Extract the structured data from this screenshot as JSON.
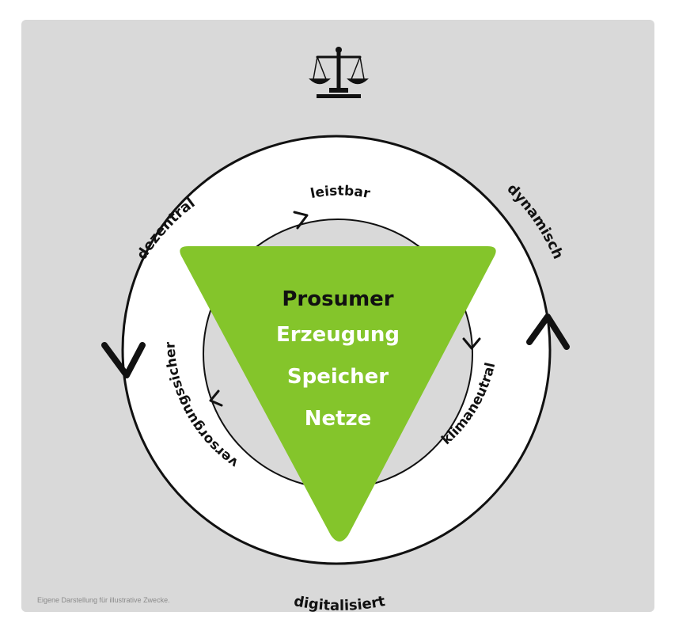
{
  "icon": "scales-of-justice-icon",
  "colors": {
    "background": "#d9d9d9",
    "triangle": "#84c52b",
    "ring": "#ffffff",
    "stroke": "#111111",
    "heading_dark": "#111111",
    "heading_light": "#ffffff"
  },
  "outer_ring_labels": {
    "left": "dezentral",
    "right": "dynamisch",
    "bottom": "digitalisiert"
  },
  "inner_ring_labels": {
    "top": "leistbar",
    "left": "versorgungssicher",
    "right": "klimaneutral"
  },
  "triangle_items": [
    "Prosumer",
    "Erzeugung",
    "Speicher",
    "Netze"
  ],
  "caption": "Eigene Darstellung für illustrative Zwecke."
}
